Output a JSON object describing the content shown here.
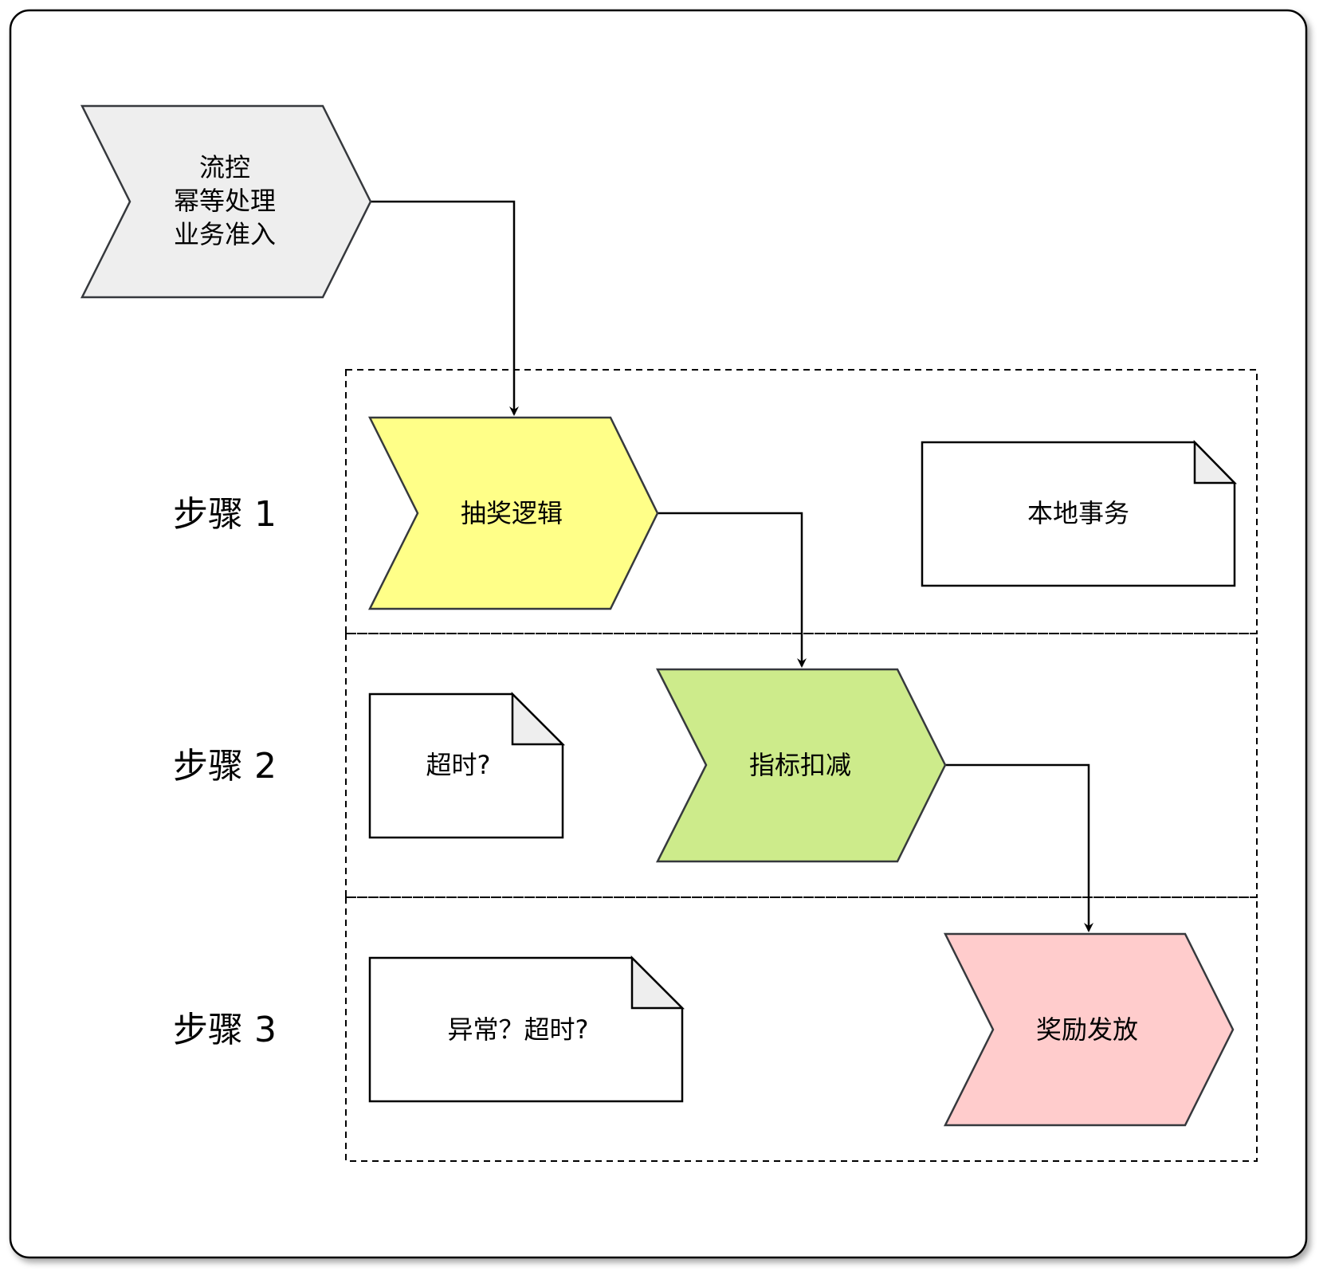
{
  "entry": {
    "lines": [
      "流控",
      "幂等处理",
      "业务准入"
    ],
    "fill": "#eeeeee"
  },
  "steps": [
    {
      "label": "步骤 1"
    },
    {
      "label": "步骤 2"
    },
    {
      "label": "步骤 3"
    }
  ],
  "processes": [
    {
      "label": "抽奖逻辑",
      "fill": "#ffff88"
    },
    {
      "label": "指标扣减",
      "fill": "#cdeb8b"
    },
    {
      "label": "奖励发放",
      "fill": "#ffcccc"
    }
  ],
  "notes": [
    {
      "label": "本地事务"
    },
    {
      "label": "超时?"
    },
    {
      "label": "异常？超时?"
    }
  ],
  "colors": {
    "stroke": "#36393d",
    "note_fold": "#eeeeee",
    "frame": "#000000"
  }
}
